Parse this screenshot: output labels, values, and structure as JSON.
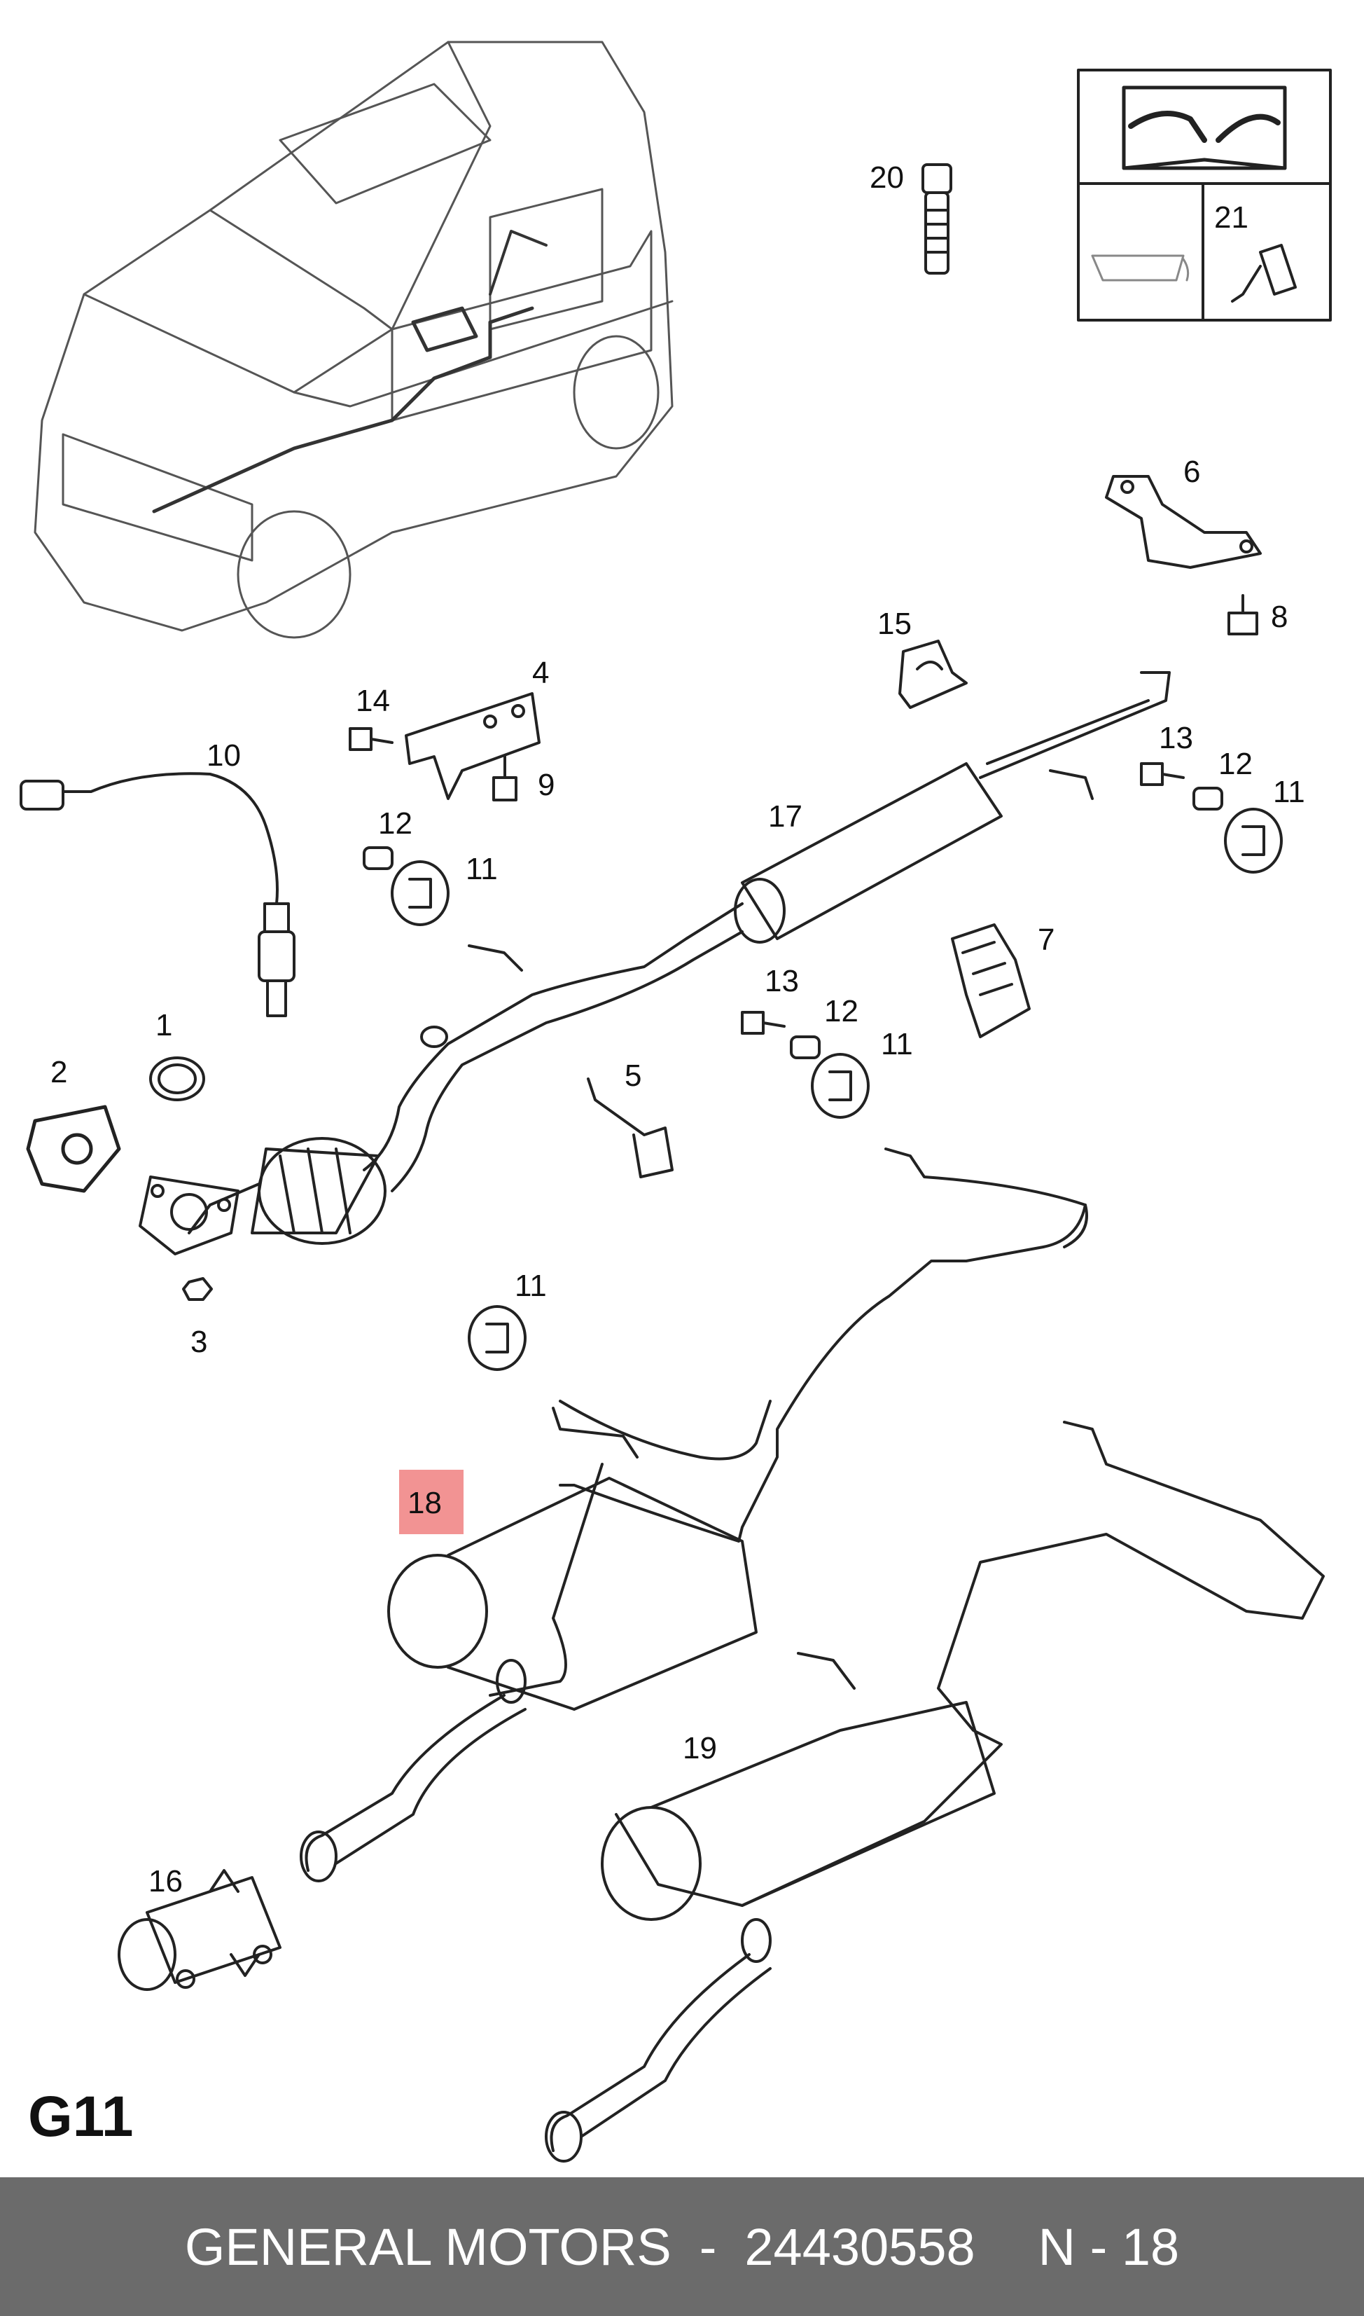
{
  "diagram": {
    "page_code": "G11",
    "highlight_color": "#f08080",
    "callouts": {
      "c1": "1",
      "c2": "2",
      "c3": "3",
      "c4": "4",
      "c5": "5",
      "c6": "6",
      "c7": "7",
      "c8": "8",
      "c9": "9",
      "c10": "10",
      "c11a": "11",
      "c11b": "11",
      "c11c": "11",
      "c11d": "11",
      "c12a": "12",
      "c12b": "12",
      "c12c": "12",
      "c13a": "13",
      "c13b": "13",
      "c14": "14",
      "c15": "15",
      "c16": "16",
      "c17": "17",
      "c18": "18",
      "c19": "19",
      "c20": "20",
      "c21": "21"
    }
  },
  "footer": {
    "brand": "GENERAL MOTORS",
    "separator": "-",
    "part_number": "24430558",
    "position": "N - 18"
  }
}
